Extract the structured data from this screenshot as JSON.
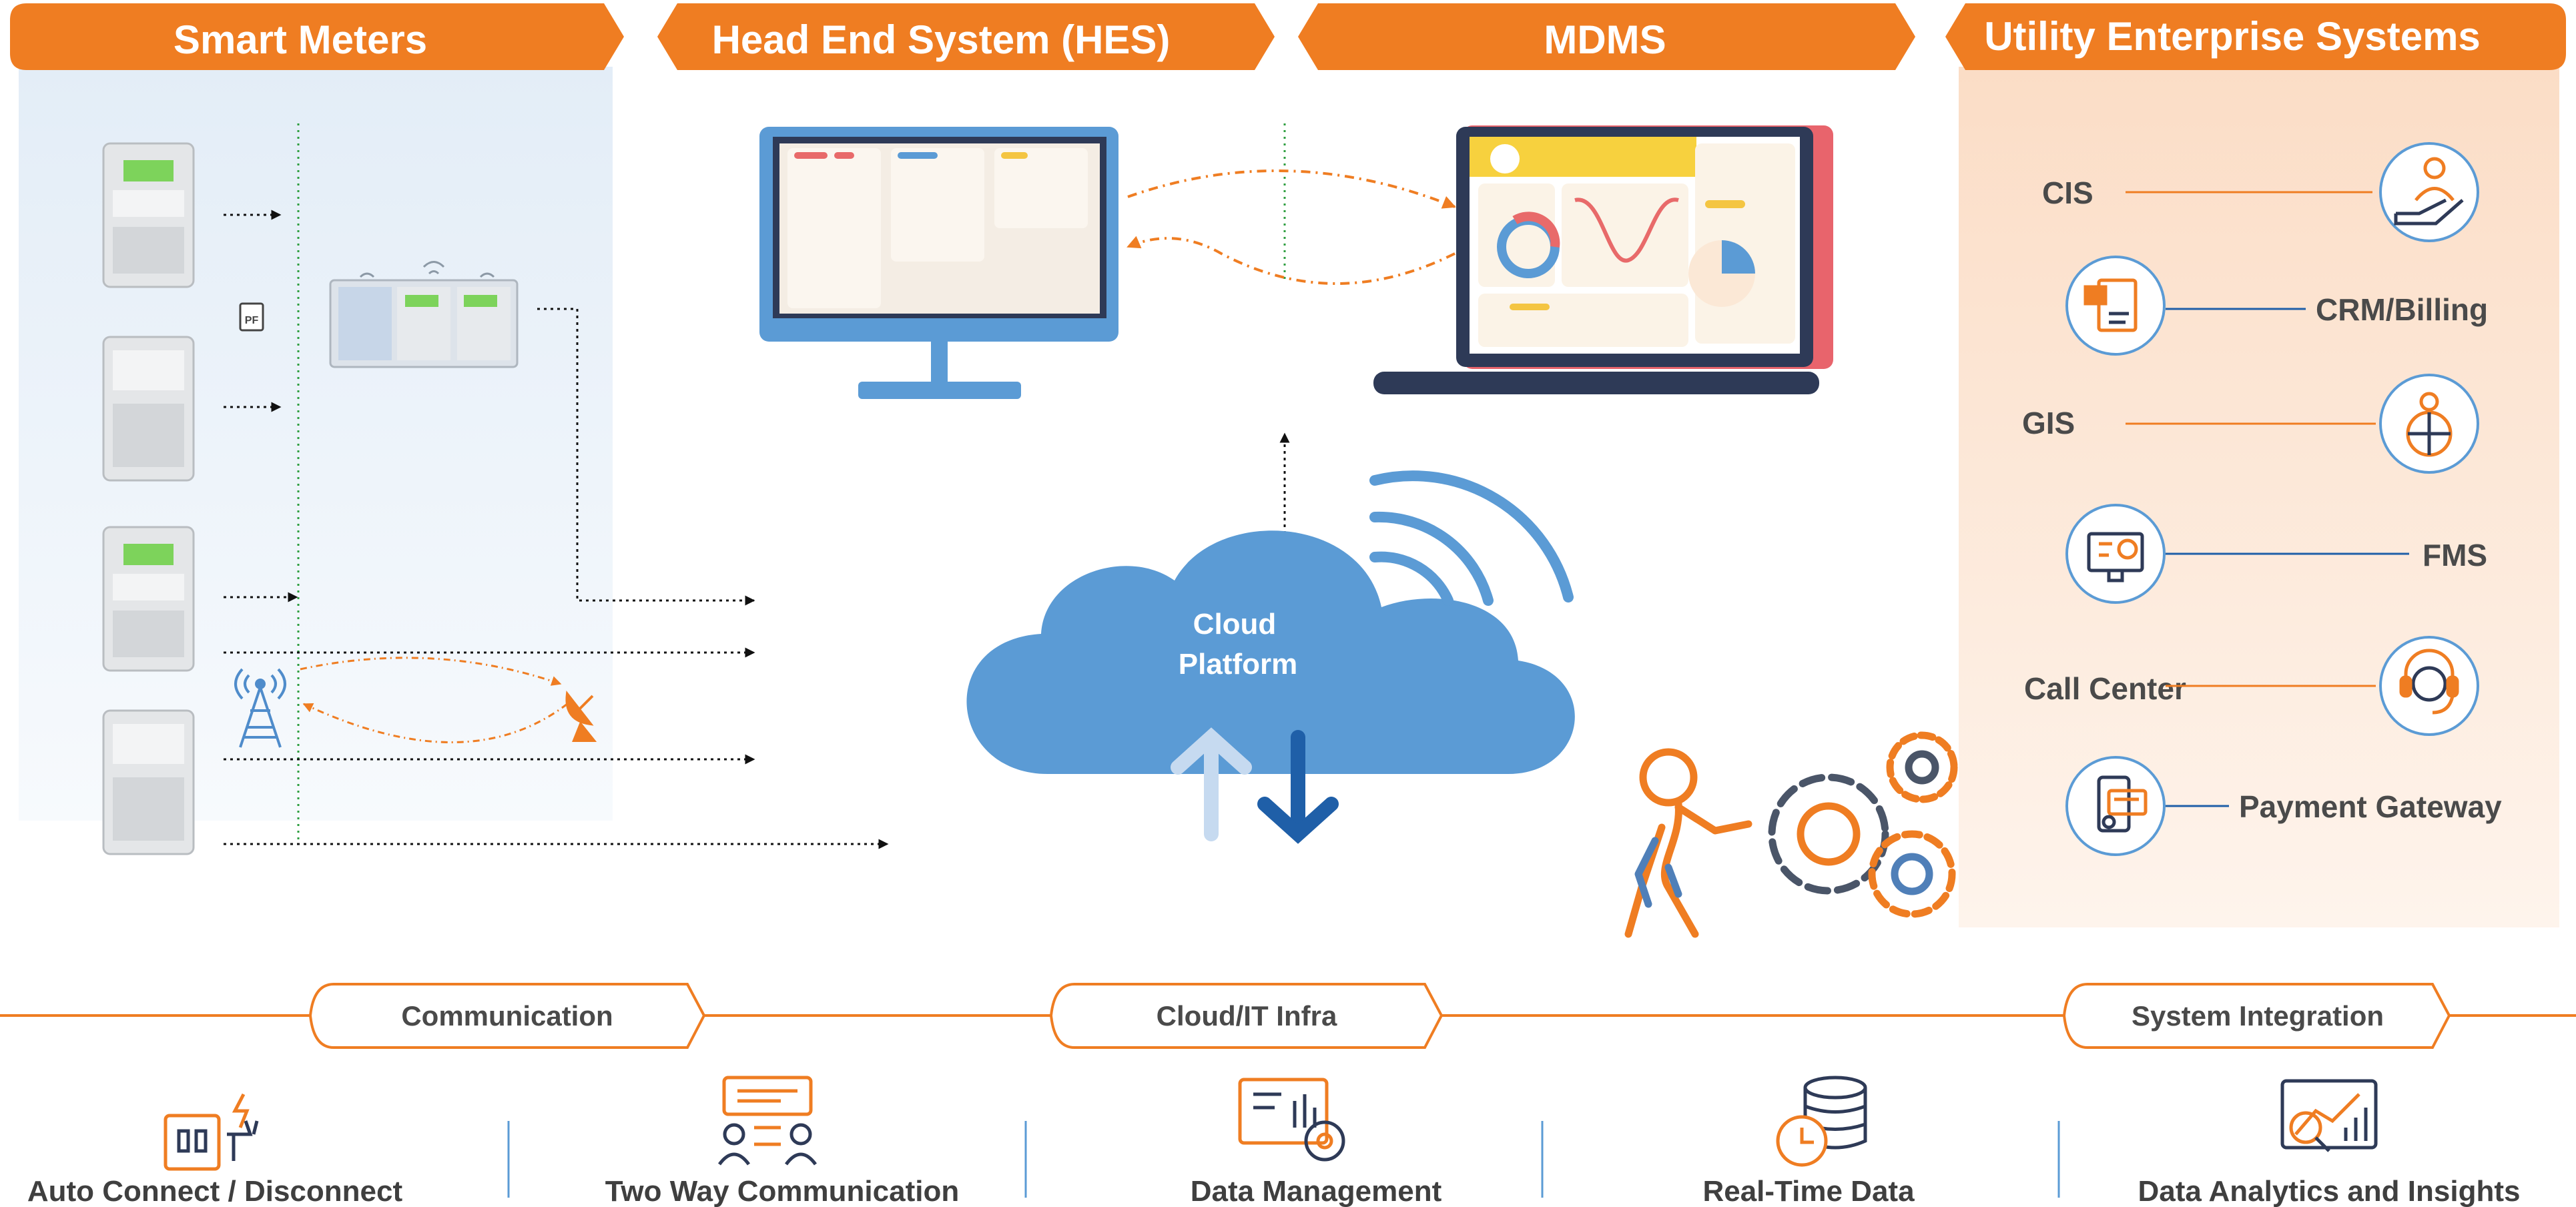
{
  "header": {
    "sections": [
      {
        "id": "smart-meters",
        "label": "Smart Meters"
      },
      {
        "id": "hes",
        "label": "Head End System (HES)"
      },
      {
        "id": "mdms",
        "label": "MDMS"
      },
      {
        "id": "utility-enterprise-systems",
        "label": "Utility Enterprise Systems"
      }
    ]
  },
  "cloud": {
    "line1": "Cloud",
    "line2": "Platform"
  },
  "ues": {
    "items": [
      {
        "label": "CIS",
        "icon": "hand-user-icon"
      },
      {
        "label": "CRM/Billing",
        "icon": "bill-document-icon"
      },
      {
        "label": "GIS",
        "icon": "globe-pin-icon"
      },
      {
        "label": "FMS",
        "icon": "monitor-gear-icon"
      },
      {
        "label": "Call Center",
        "icon": "headset-icon"
      },
      {
        "label": "Payment Gateway",
        "icon": "mobile-payment-icon"
      }
    ]
  },
  "pills": [
    {
      "label": "Communication"
    },
    {
      "label": "Cloud/IT Infra"
    },
    {
      "label": "System Integration"
    }
  ],
  "features": [
    {
      "label": "Auto Connect / Disconnect",
      "icon": "plug-socket-icon"
    },
    {
      "label": "Two Way Communication",
      "icon": "chat-users-icon"
    },
    {
      "label": "Data Management",
      "icon": "monitor-settings-icon"
    },
    {
      "label": "Real-Time Data",
      "icon": "database-clock-icon"
    },
    {
      "label": "Data Analytics and Insights",
      "icon": "analytics-board-icon"
    }
  ],
  "colors": {
    "orange": "#EF7D22",
    "blue": "#5B9BD5",
    "navy": "#2E3A57",
    "dark_blue": "#1F5FA8",
    "light_panel": "#EAF1F8",
    "peach_panel": "#FCE6D6"
  }
}
